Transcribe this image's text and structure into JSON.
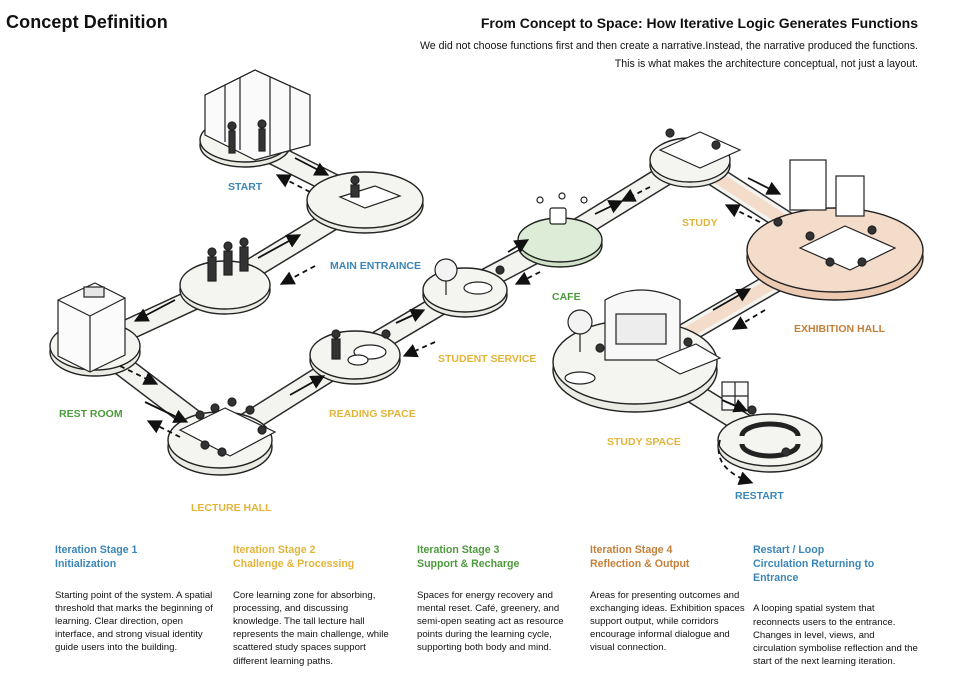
{
  "header": {
    "title": "Concept Definition",
    "heading": "From Concept to Space: How Iterative Logic Generates Functions",
    "intro_line1": "We did not choose functions first and then create a narrative.Instead, the narrative produced the functions.",
    "intro_line2": "This is what makes the architecture conceptual, not just a layout."
  },
  "colors": {
    "blue": "#3b86b8",
    "yellow": "#e2b43a",
    "green": "#4d9a3c",
    "orange": "#c4803a",
    "cafe_green": "#dcecd6",
    "exhibit_peach": "#f4dccb",
    "platform": "#f1f3ed"
  },
  "zones": {
    "start": "START",
    "main_entrance": "MAIN ENTRAINCE",
    "rest_room": "REST ROOM",
    "lecture_hall": "LECTURE HALL",
    "reading_space": "READING  SPACE",
    "student_service": "STUDENT SERVICE",
    "cafe": "CAFE",
    "study": "STUDY",
    "exhibition_hall": "EXHIBITION HALL",
    "study_space": "STUDY  SPACE",
    "restart": "RESTART"
  },
  "stages": [
    {
      "title1": "Iteration Stage 1",
      "title2": "Initialization",
      "body": "Starting point of the system.\nA spatial threshold that marks the beginning of learning.\nClear direction, open interface, and strong visual identity guide users into the building."
    },
    {
      "title1": "Iteration Stage  2",
      "title2": "Challenge & Processing",
      "body": "Core learning zone for absorbing, processing, and discussing knowledge.\nThe tall lecture hall represents the main challenge, while scattered study spaces support different learning paths."
    },
    {
      "title1": "Iteration Stage 3",
      "title2": "Support & Recharge",
      "body": "Spaces for energy recovery and mental reset.\nCafé, greenery, and semi-open seating act as resource points during the learning cycle, supporting both body and mind."
    },
    {
      "title1": "Iteration Stage 4",
      "title2": "Reflection & Output",
      "body": "Areas for presenting outcomes and exchanging ideas.\nExhibition spaces support output, while corridors encourage informal dialogue and visual connection."
    },
    {
      "title1": "Restart / Loop",
      "title2": "Circulation Returning to Entrance",
      "body": "A looping spatial system that reconnects users to the entrance.\nChanges in level, views, and circulation symbolise reflection and the start of the next learning iteration."
    }
  ]
}
